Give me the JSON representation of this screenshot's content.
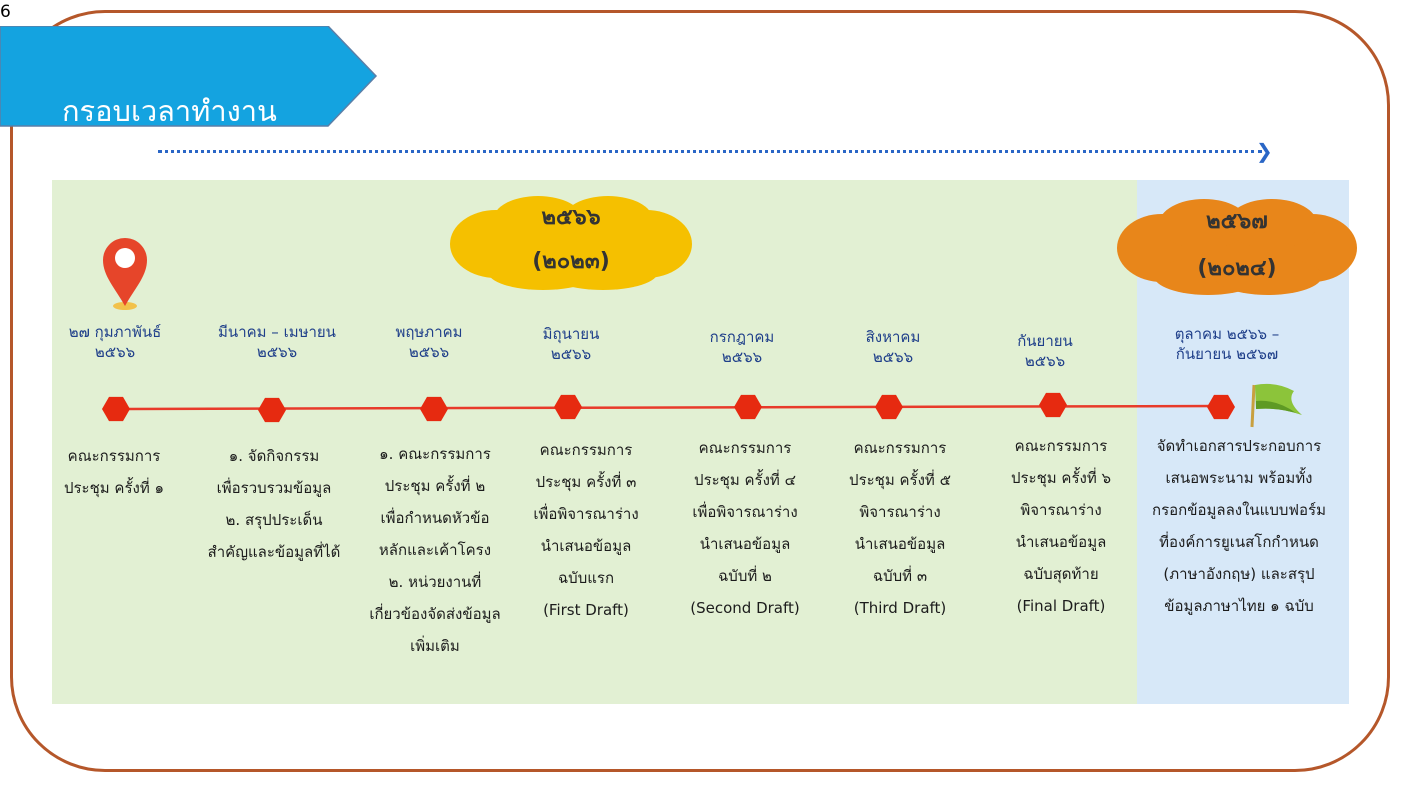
{
  "page": {
    "number": "6",
    "title": "กรอบเวลาทำงาน"
  },
  "years": [
    {
      "year": "๒๕๖๖",
      "ce": "(๒๐๒๓)",
      "color": "#f5c000"
    },
    {
      "year": "๒๕๖๗",
      "ce": "(๒๐๒๔)",
      "color": "#e8861a"
    }
  ],
  "milestones": [
    {
      "date": [
        "๒๗ กุมภาพันธ์",
        "๒๕๖๖"
      ],
      "desc": [
        "คณะกรรมการ",
        "ประชุม ครั้งที่ ๑"
      ]
    },
    {
      "date": [
        "มีนาคม – เมษายน",
        "๒๕๖๖"
      ],
      "desc": [
        "๑. จัดกิจกรรม",
        "เพื่อรวบรวมข้อมูล",
        "๒. สรุปประเด็น",
        "สำคัญและข้อมูลที่ได้"
      ]
    },
    {
      "date": [
        "พฤษภาคม",
        "๒๕๖๖"
      ],
      "desc": [
        "๑. คณะกรรมการ",
        "ประชุม ครั้งที่ ๒",
        "เพื่อกำหนดหัวข้อ",
        "หลักและเค้าโครง",
        "๒. หน่วยงานที่",
        "เกี่ยวข้องจัดส่งข้อมูล",
        "เพิ่มเติม"
      ]
    },
    {
      "date": [
        "มิถุนายน",
        "๒๕๖๖"
      ],
      "desc": [
        "คณะกรรมการ",
        "ประชุม ครั้งที่ ๓",
        "เพื่อพิจารณาร่าง",
        "นำเสนอข้อมูล",
        "ฉบับแรก",
        "(First Draft)"
      ]
    },
    {
      "date": [
        "กรกฎาคม",
        "๒๕๖๖"
      ],
      "desc": [
        "คณะกรรมการ",
        "ประชุม ครั้งที่ ๔",
        "เพื่อพิจารณาร่าง",
        "นำเสนอข้อมูล",
        "ฉบับที่ ๒",
        "(Second Draft)"
      ]
    },
    {
      "date": [
        "สิงหาคม",
        "๒๕๖๖"
      ],
      "desc": [
        "คณะกรรมการ",
        "ประชุม ครั้งที่ ๕",
        "พิจารณาร่าง",
        "นำเสนอข้อมูล",
        "ฉบับที่ ๓",
        "(Third Draft)"
      ]
    },
    {
      "date": [
        "กันยายน",
        "๒๕๖๖"
      ],
      "desc": [
        "คณะกรรมการ",
        "ประชุม ครั้งที่ ๖",
        "พิจารณาร่าง",
        "นำเสนอข้อมูล",
        "ฉบับสุดท้าย",
        "(Final Draft)"
      ]
    },
    {
      "date": [
        "ตุลาคม ๒๕๖๖ –",
        "กันยายน ๒๕๖๗"
      ],
      "desc": [
        "จัดทำเอกสารประกอบการ",
        "เสนอพระนาม พร้อมทั้ง",
        "กรอกข้อมูลลงในแบบฟอร์ม",
        "ที่องค์การยูเนสโกกำหนด",
        "(ภาษาอังกฤษ) และสรุป",
        "ข้อมูลภาษาไทย ๑ ฉบับ"
      ]
    }
  ],
  "colors": {
    "frame": "#b5572a",
    "banner": "#14a3e0",
    "arrow": "#2a66c6",
    "timeline": "#e83a2a",
    "marker": "#e62a10",
    "date_text": "#1f3f8a"
  }
}
